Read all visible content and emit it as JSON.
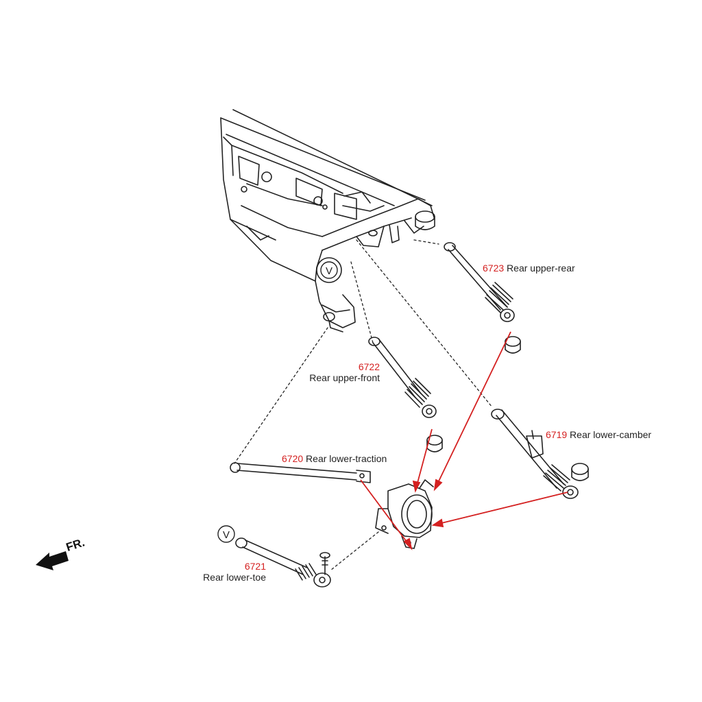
{
  "colors": {
    "accent": "#d42020",
    "line": "#222222",
    "background": "#ffffff"
  },
  "direction": {
    "label": "FR.",
    "icon": "front-arrow-icon"
  },
  "markers": [
    {
      "letter": "V"
    },
    {
      "letter": "V"
    }
  ],
  "parts": [
    {
      "id": "6723",
      "name": "Rear upper-rear"
    },
    {
      "id": "6722",
      "name": "Rear upper-front"
    },
    {
      "id": "6719",
      "name": "Rear lower-camber"
    },
    {
      "id": "6720",
      "name": "Rear lower-traction"
    },
    {
      "id": "6721",
      "name": "Rear lower-toe"
    }
  ]
}
